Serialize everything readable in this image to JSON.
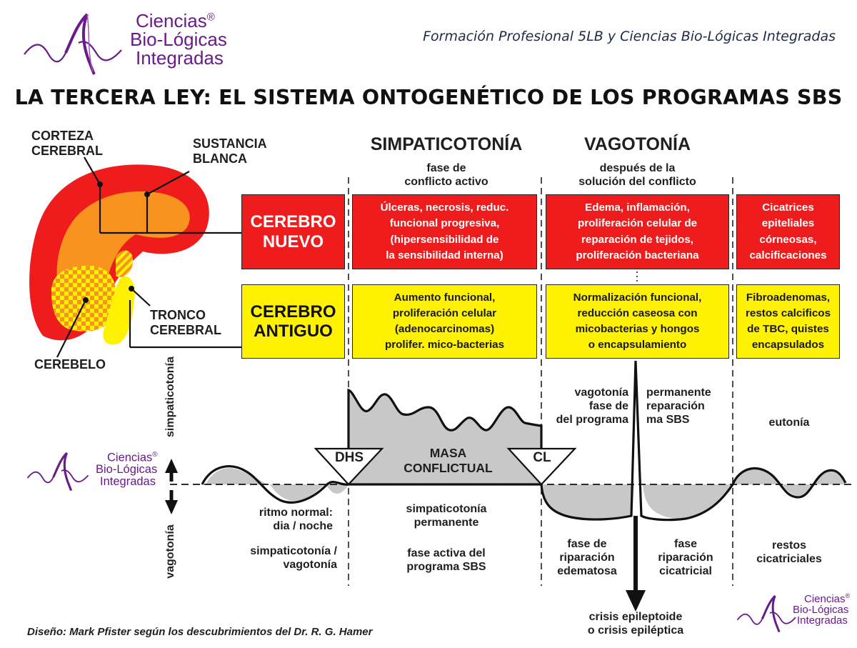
{
  "header": {
    "logo_line1": "Ciencias",
    "logo_line2": "Bio-Lógicas",
    "logo_line3": "Integradas",
    "registered": "®",
    "subtitle": "Formación Profesional 5LB y Ciencias Bio-Lógicas Integradas"
  },
  "title": "LA TERCERA LEY: EL SISTEMA ONTOGENÉTICO DE LOS PROGRAMAS SBS",
  "brain": {
    "corteza": "CORTEZA\nCEREBRAL",
    "sustancia": "SUSTANCIA\nBLANCA",
    "tronco": "TRONCO\nCEREBRAL",
    "cerebelo": "CEREBELO"
  },
  "phases": {
    "simpaticotonia_title": "SIMPATICOTONÍA",
    "simpaticotonia_sub": "fase de\nconflicto activo",
    "vagotonia_title": "VAGOTONÍA",
    "vagotonia_sub": "después de la\nsolución del conflicto"
  },
  "rows": {
    "nuevo_label": "CEREBRO\nNUEVO",
    "antiguo_label": "CEREBRO\nANTIGUO",
    "nuevo_active": "Úlceras, necrosis, reduc.\nfuncional progresiva,\n(hipersensibilidad de\nla sensibilidad interna)",
    "nuevo_repair": "Edema, inflamación,\nproliferación celular de\nreparación de tejidos,\nproliferación bacteriana",
    "nuevo_end": "Cicatrices\nepiteliales\ncórneosas,\ncalcificaciones",
    "antiguo_active": "Aumento funcional,\nproliferación celular\n(adenocarcinomas)\nprolifer. mico-bacterias",
    "antiguo_repair": "Normalización funcional,\nreducción caseosa con\nmicobacterias y hongos\no encapsulamiento",
    "antiguo_end": "Fibroadenomas,\nrestos calcificos\nde TBC, quistes\nencapsulados"
  },
  "curve": {
    "axis_up": "simpaticotonía",
    "axis_down": "vagotonía",
    "dhs": "DHS",
    "cl": "CL",
    "masa": "MASA\nCONFLICTUAL",
    "vago_perm_left": "vagotonía\nfase de\ndel programa",
    "vago_perm_right": "permanente\nreparación\nma SBS",
    "eutonia": "eutonía",
    "ritmo": "ritmo normal:\ndia / noche",
    "simp_vago": "simpaticotonía /\nvagotonía",
    "simp_perm": "simpaticotonía\npermanente",
    "fase_activa": "fase activa del\nprograma SBS",
    "fase_edem": "fase de\nriparación\nedematosa",
    "fase_cica": "fase\nriparación\ncicatricial",
    "restos": "restos\ncicatriciales",
    "crisis": "crisis epileptoide\no crisis epiléptica"
  },
  "footer": "Diseño: Mark Pfister según los descubrimientos del Dr. R. G. Hamer",
  "colors": {
    "red": "#ee1c1c",
    "yellow": "#fff200",
    "orange": "#f7931e",
    "gray": "#c8c8c8",
    "logo_purple": "#6a1b8a"
  }
}
